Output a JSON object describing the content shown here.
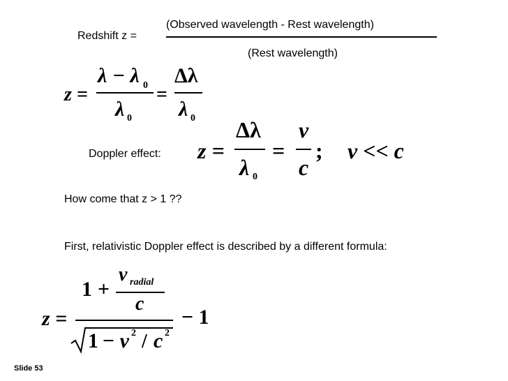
{
  "redshift": {
    "label": "Redshift z =",
    "numerator": "(Observed wavelength - Rest wavelength)",
    "denominator": "(Rest wavelength)"
  },
  "eq1": {
    "lhs": "z =",
    "num1": "λ − λ",
    "sub0": "0",
    "den1": "λ",
    "den1_sub": "0",
    "eq": "=",
    "num2": "Δλ",
    "den2": "λ",
    "den2_sub": "0"
  },
  "doppler": {
    "label": "Doppler effect:",
    "lhs": "z =",
    "num1": "Δλ",
    "den1": "λ",
    "den1_sub": "0",
    "eq": "=",
    "num2": "v",
    "den2": "c",
    "semicolon": ";",
    "condition": "v << c"
  },
  "question": "How come that z > 1 ??",
  "statement": "First, relativistic Doppler effect is described by a different formula:",
  "rel": {
    "lhs": "z =",
    "one": "1",
    "plus": "+",
    "v": "v",
    "v_sub": "radial",
    "c": "c",
    "den_one": "1",
    "minus_v": "− v",
    "sup2a": "2",
    "slash": "/",
    "den_c": "c",
    "sup2b": "2",
    "minus_one": "− 1"
  },
  "slide_number": "Slide 53"
}
